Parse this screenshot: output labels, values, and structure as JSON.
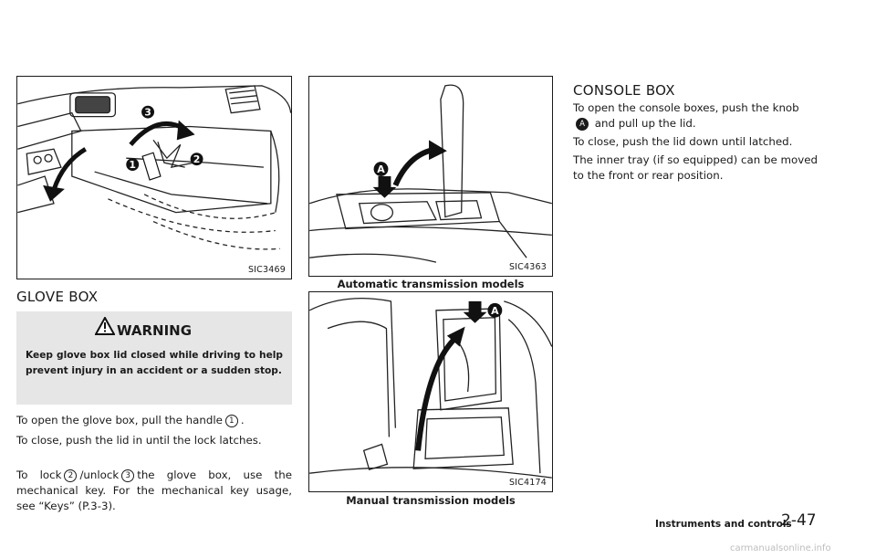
{
  "figures": {
    "glove": {
      "code": "SIC3469"
    },
    "console_auto": {
      "code": "SIC4363",
      "caption": "Automatic transmission models"
    },
    "console_manual": {
      "code": "SIC4174",
      "caption": "Manual transmission models"
    }
  },
  "glove_box": {
    "heading": "GLOVE BOX",
    "warning": {
      "title": "WARNING",
      "text": "Keep glove box lid closed while driving to help prevent injury in an accident or a sudden stop."
    },
    "p1_before": "To open the glove box, pull the handle",
    "p1_after": ".",
    "p2": "To close, push the lid in until the lock latches.",
    "p3_a": "To lock",
    "p3_b": "/unlock",
    "p3_c": "the glove box, use the mechanical key. For the mechanical key usage, see “Keys” (P.3-3).",
    "callouts": [
      "1",
      "2",
      "3"
    ]
  },
  "console_box": {
    "heading": "CONSOLE BOX",
    "p1_a": "To open the console boxes, push the knob",
    "p1_callout": "A",
    "p1_b": "and pull up the lid.",
    "p2": "To close, push the lid down until latched.",
    "p3": "The inner tray (if so equipped) can be moved to the front or rear position."
  },
  "footer": {
    "section": "Instruments and controls",
    "page": "2-47",
    "watermark": "carmanualsonline.info"
  }
}
